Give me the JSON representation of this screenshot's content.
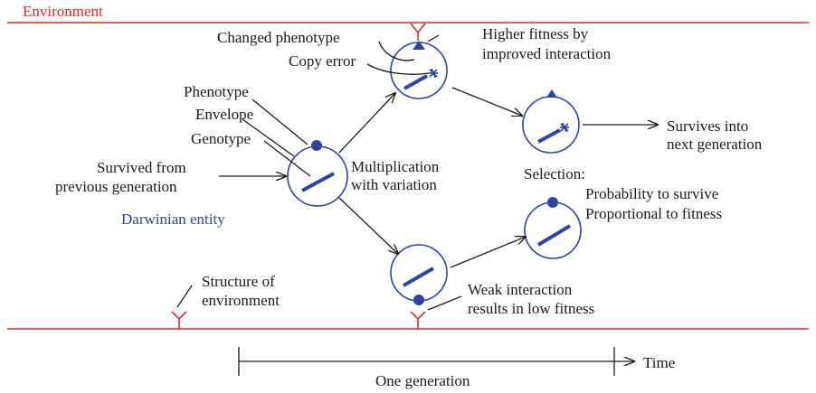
{
  "environment_label": "Environment",
  "labels": {
    "changed_phenotype": "Changed phenotype",
    "copy_error": "Copy error",
    "higher_fitness_1": "Higher fitness by",
    "higher_fitness_2": "improved interaction",
    "phenotype": "Phenotype",
    "envelope": "Envelope",
    "genotype": "Genotype",
    "survived_1": "Survived from",
    "survived_2": "previous generation",
    "multiplication_1": "Multiplication",
    "multiplication_2": "with variation",
    "darwinian_entity": "Darwinian entity",
    "survives_1": "Survives into",
    "survives_2": "next generation",
    "selection": "Selection:",
    "probability": "Probability to survive",
    "proportional": "Proportional to fitness",
    "structure_1": "Structure of",
    "structure_2": "environment",
    "weak_1": "Weak interaction",
    "weak_2": "results in low fitness",
    "one_generation": "One generation",
    "time": "Time"
  },
  "colors": {
    "environment": "#e0282a",
    "entity": "#2a44a8",
    "text": "#1a1a1a"
  }
}
